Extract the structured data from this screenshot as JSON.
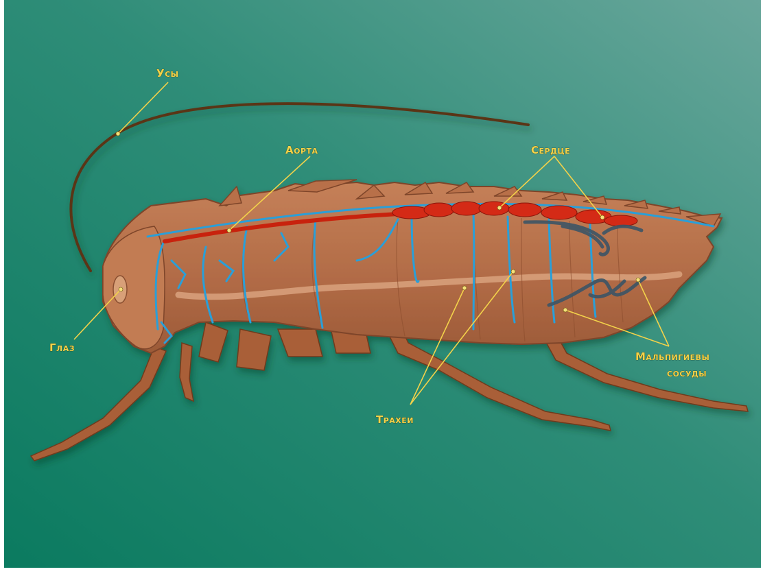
{
  "labels": {
    "antennae": "Усы",
    "aorta": "Аорта",
    "heart": "Сердце",
    "eye": "Глаз",
    "tracheae": "Трахеи",
    "malpighian_line1": "Мальпигиевы",
    "malpighian_line2": "сосуды"
  },
  "colors": {
    "background_from": "#0d7a62",
    "background_to": "#5aa093",
    "body": "#b26a44",
    "body_light": "#c9845a",
    "outline": "#7e4529",
    "aorta": "#c8240f",
    "tracheae": "#2a9fd8",
    "malpighian": "#3c5566",
    "label": "#f3d24a"
  }
}
